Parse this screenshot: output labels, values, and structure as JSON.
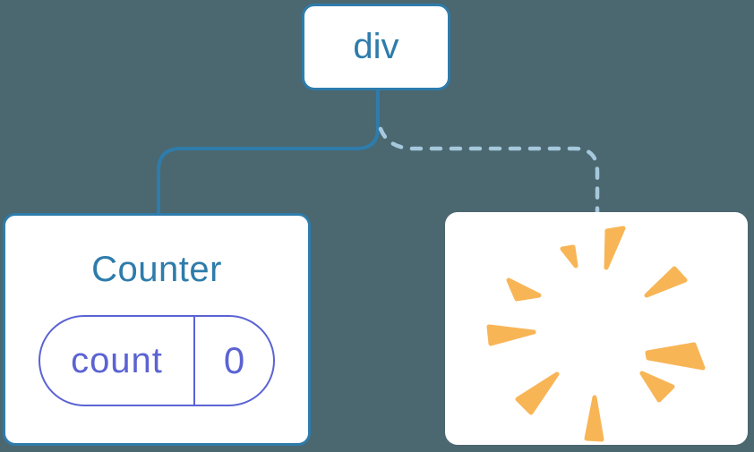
{
  "diagram": {
    "description": "React component tree: div root keeps Counter child (state preserved), second child removed (state destroyed with a poof)",
    "root": {
      "label": "div"
    },
    "children": [
      {
        "type": "component",
        "title": "Counter",
        "edge_style": "solid",
        "state": {
          "key": "count",
          "value": "0"
        }
      },
      {
        "type": "removed",
        "edge_style": "dashed",
        "icon": "poof-burst-icon"
      }
    ],
    "colors": {
      "background": "#4b6770",
      "node_fill": "#ffffff",
      "node_border_blue": "#2e7cab",
      "node_text_blue": "#2e7cab",
      "solid_edge": "#2e7cab",
      "dashed_edge": "#a6c8dc",
      "state_accent_purple": "#5b63d3",
      "poof_amber": "#f8b556"
    }
  }
}
